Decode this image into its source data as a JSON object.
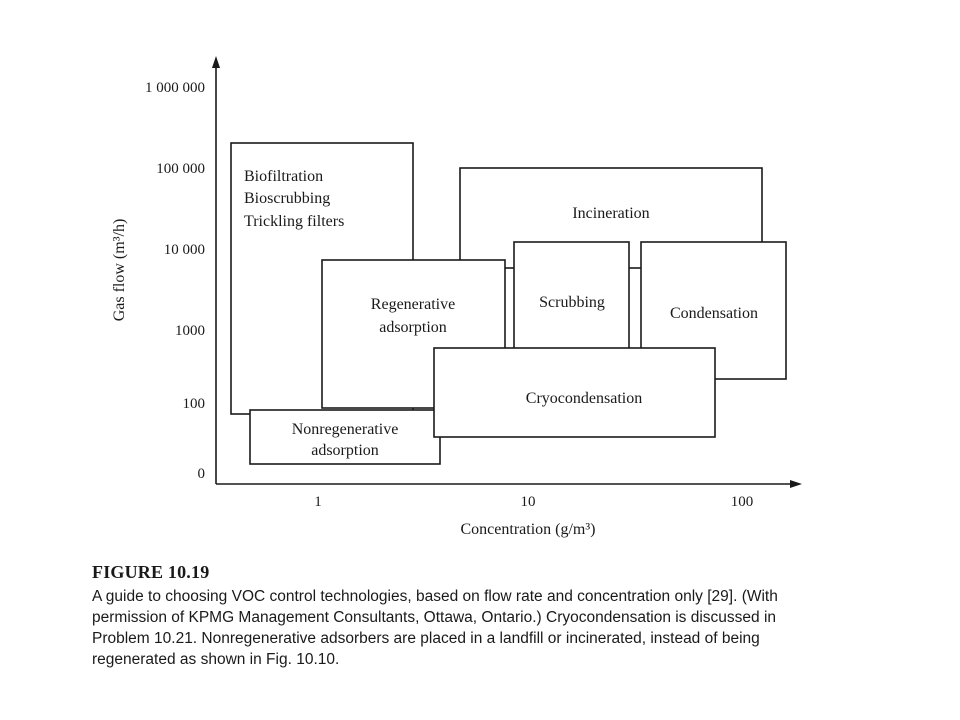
{
  "figure": {
    "y_axis": {
      "label": "Gas flow (m³/h)",
      "ticks": [
        "1 000 000",
        "100 000",
        "10 000",
        "1000",
        "100",
        "0"
      ]
    },
    "x_axis": {
      "label": "Concentration (g/m³)",
      "ticks": [
        "1",
        "10",
        "100"
      ]
    },
    "regions": {
      "biofiltration": [
        "Biofiltration",
        "Bioscrubbing",
        "Trickling filters"
      ],
      "incineration": [
        "Incineration"
      ],
      "regenerative_adsorption": [
        "Regenerative",
        "adsorption"
      ],
      "scrubbing": [
        "Scrubbing"
      ],
      "condensation": [
        "Condensation"
      ],
      "cryocondensation": [
        "Cryocondensation"
      ],
      "nonregenerative_adsorption": [
        "Nonregenerative",
        "adsorption"
      ]
    }
  },
  "caption": {
    "title": "FIGURE 10.19",
    "lines": [
      "A guide to choosing VOC control technologies, based on flow rate and concentration only [29]. (With",
      "permission of KPMG Management Consultants, Ottawa, Ontario.) Cryocondensation is discussed in",
      "Problem 10.21. Nonregenerative adsorbers are placed in a landfill or incinerated, instead of being",
      "regenerated as shown in Fig. 10.10."
    ]
  }
}
